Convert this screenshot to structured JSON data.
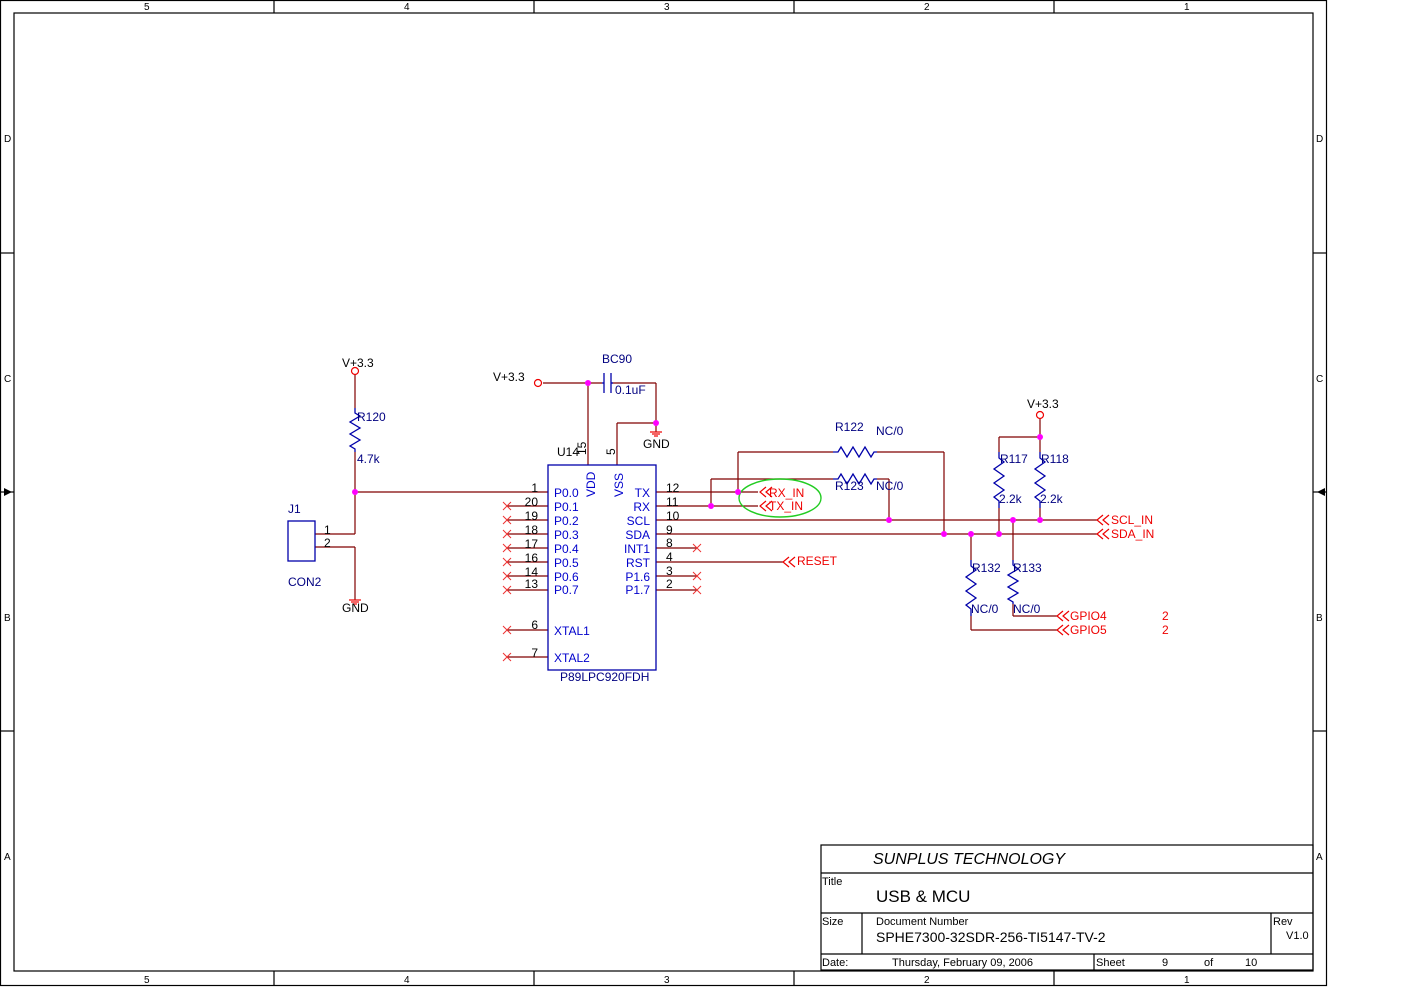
{
  "frame": {
    "columns": [
      "5",
      "4",
      "3",
      "2",
      "1"
    ],
    "rows": [
      "D",
      "C",
      "B",
      "A"
    ]
  },
  "title_block": {
    "company": "SUNPLUS TECHNOLOGY",
    "title_label": "Title",
    "title": "USB & MCU",
    "size_label": "Size",
    "docnum_label": "Document Number",
    "docnum": "SPHE7300-32SDR-256-TI5147-TV-2",
    "rev_label": "Rev",
    "rev": "V1.0",
    "date_label": "Date:",
    "date": "Thursday, February 09, 2006",
    "sheet_label": "Sheet",
    "sheet": "9",
    "of_label": "of",
    "total": "10"
  },
  "power": {
    "vcc": "V+3.3",
    "gnd": "GND"
  },
  "mcu": {
    "ref": "U14",
    "part": "P89LPC920FDH",
    "vdd": {
      "name": "VDD",
      "pin": "15"
    },
    "vss": {
      "name": "VSS",
      "pin": "5"
    },
    "left_pins": [
      {
        "num": "1",
        "name": "P0.0"
      },
      {
        "num": "20",
        "name": "P0.1"
      },
      {
        "num": "19",
        "name": "P0.2"
      },
      {
        "num": "18",
        "name": "P0.3"
      },
      {
        "num": "17",
        "name": "P0.4"
      },
      {
        "num": "16",
        "name": "P0.5"
      },
      {
        "num": "14",
        "name": "P0.6"
      },
      {
        "num": "13",
        "name": "P0.7"
      }
    ],
    "xtal_pins": [
      {
        "num": "6",
        "name": "XTAL1"
      },
      {
        "num": "7",
        "name": "XTAL2"
      }
    ],
    "right_pins": [
      {
        "num": "12",
        "name": "TX"
      },
      {
        "num": "11",
        "name": "RX"
      },
      {
        "num": "10",
        "name": "SCL"
      },
      {
        "num": "9",
        "name": "SDA"
      },
      {
        "num": "8",
        "name": "INT1"
      },
      {
        "num": "4",
        "name": "RST"
      },
      {
        "num": "3",
        "name": "P1.6"
      },
      {
        "num": "2",
        "name": "P1.7"
      }
    ]
  },
  "connector": {
    "ref": "J1",
    "part": "CON2",
    "pins": [
      "1",
      "2"
    ]
  },
  "components": {
    "bc90": {
      "ref": "BC90",
      "value": "0.1uF"
    },
    "r120": {
      "ref": "R120",
      "value": "4.7k"
    },
    "r122": {
      "ref": "R122",
      "value": "NC/0"
    },
    "r123": {
      "ref": "R123",
      "value": "NC/0"
    },
    "r117": {
      "ref": "R117",
      "value": "2.2k"
    },
    "r118": {
      "ref": "R118",
      "value": "2.2k"
    },
    "r132": {
      "ref": "R132",
      "value": "NC/0"
    },
    "r133": {
      "ref": "R133",
      "value": "NC/0"
    }
  },
  "ports": {
    "rx_in": "RX_IN",
    "tx_in": "TX_IN",
    "scl_in": "SCL_IN",
    "sda_in": "SDA_IN",
    "reset": "RESET",
    "gpio4": {
      "name": "GPIO4",
      "sheet": "2"
    },
    "gpio5": {
      "name": "GPIO5",
      "sheet": "2"
    }
  },
  "colors": {
    "wire": "#800000",
    "component": "#0000aa",
    "port": "#ee0000",
    "junction": "#ff00ff",
    "highlight": "#22cc22"
  }
}
